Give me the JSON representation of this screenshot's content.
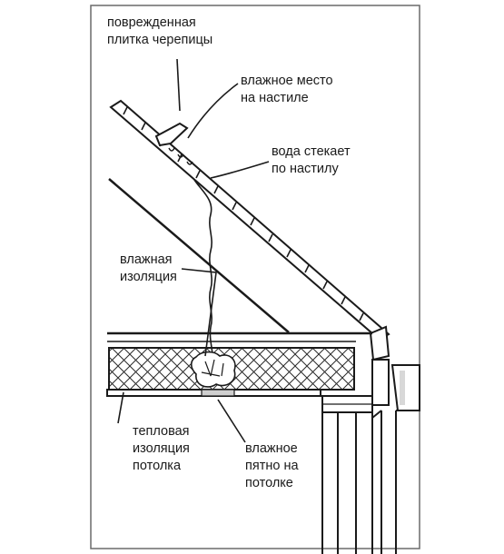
{
  "labels": {
    "damaged_tile": [
      "поврежденная",
      "плитка черепицы"
    ],
    "wet_spot_deck": [
      "влажное место",
      "на настиле"
    ],
    "water_runs": [
      "вода стекает",
      "по настилу"
    ],
    "wet_insulation": [
      "влажная",
      "изоляция"
    ],
    "ceiling_insulation": [
      "тепловая",
      "изоляция",
      "потолка"
    ],
    "wet_stain_ceiling": [
      "влажное",
      "пятно на",
      "потолке"
    ]
  },
  "colors": {
    "ink": "#1a1a1a",
    "frame": "#6a6a6a",
    "background": "#ffffff"
  }
}
